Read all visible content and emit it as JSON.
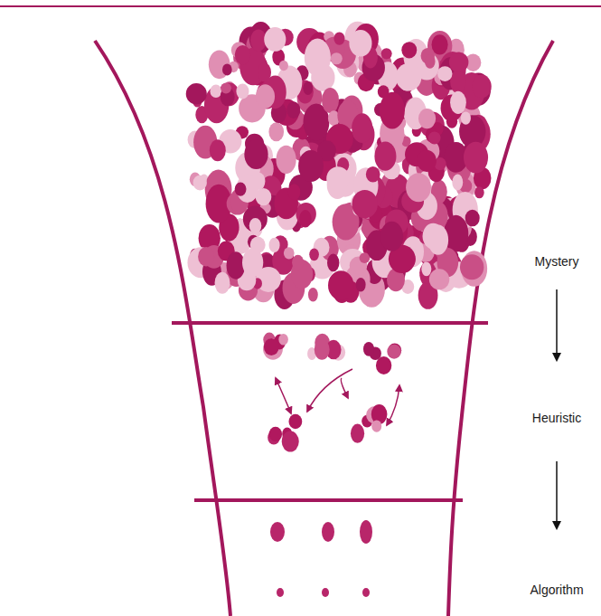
{
  "diagram": {
    "labels": [
      "Mystery",
      "Heuristic",
      "Algorithm"
    ]
  }
}
